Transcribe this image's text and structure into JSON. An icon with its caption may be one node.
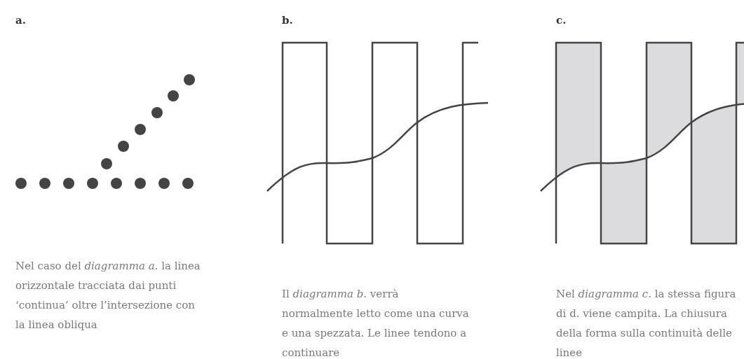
{
  "diagram": {
    "labels": [
      "a.",
      "b.",
      "c.",
      "Nel caso del *diagramma a.* la linea orizzontale tracciata dai punti ‘continua’ oltre l’intersezione con la linea obliqua",
      "Il *diagramma b.* verrà normalmente letto come una curva e una spezzata. Le linee tendono a continuare",
      "Nel *diagramma c.* la stessa figura di d. viene campita. La chiusura della forma sulla continuità delle linee"
    ]
  }
}
